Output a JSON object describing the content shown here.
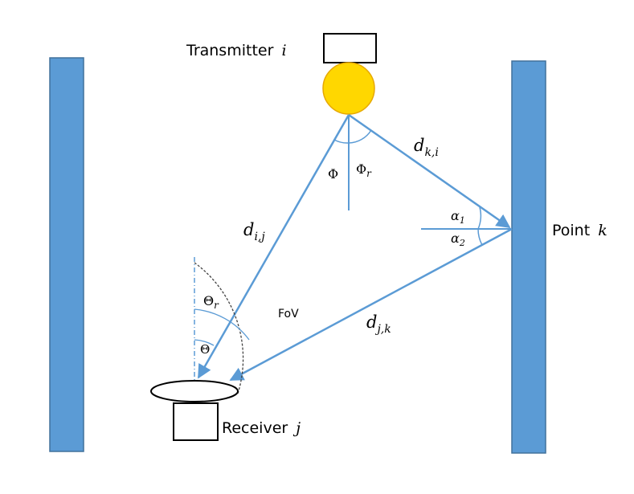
{
  "labels": {
    "transmitter": "Transmitter",
    "transmitter_var": "i",
    "receiver": "Receiver",
    "receiver_var": "j",
    "point": "Point",
    "point_var": "k",
    "fov": "FoV"
  },
  "distances": {
    "d_k_i": {
      "base": "d",
      "sub": "k,i"
    },
    "d_i_j": {
      "base": "d",
      "sub": "i,j"
    },
    "d_j_k": {
      "base": "d",
      "sub": "j,k"
    }
  },
  "angles": {
    "phi": "Φ",
    "phi_r": {
      "base": "Φ",
      "sub": "r"
    },
    "theta": "Θ",
    "theta_r": {
      "base": "Θ",
      "sub": "r"
    },
    "alpha_1": {
      "base": "α",
      "sub": "1"
    },
    "alpha_2": {
      "base": "α",
      "sub": "2"
    }
  },
  "colors": {
    "wall": "#5b9bd5",
    "wall_stroke": "#41719c",
    "ray": "#5b9bd5",
    "led": "#ffd700",
    "led_stroke": "#e6a800"
  }
}
